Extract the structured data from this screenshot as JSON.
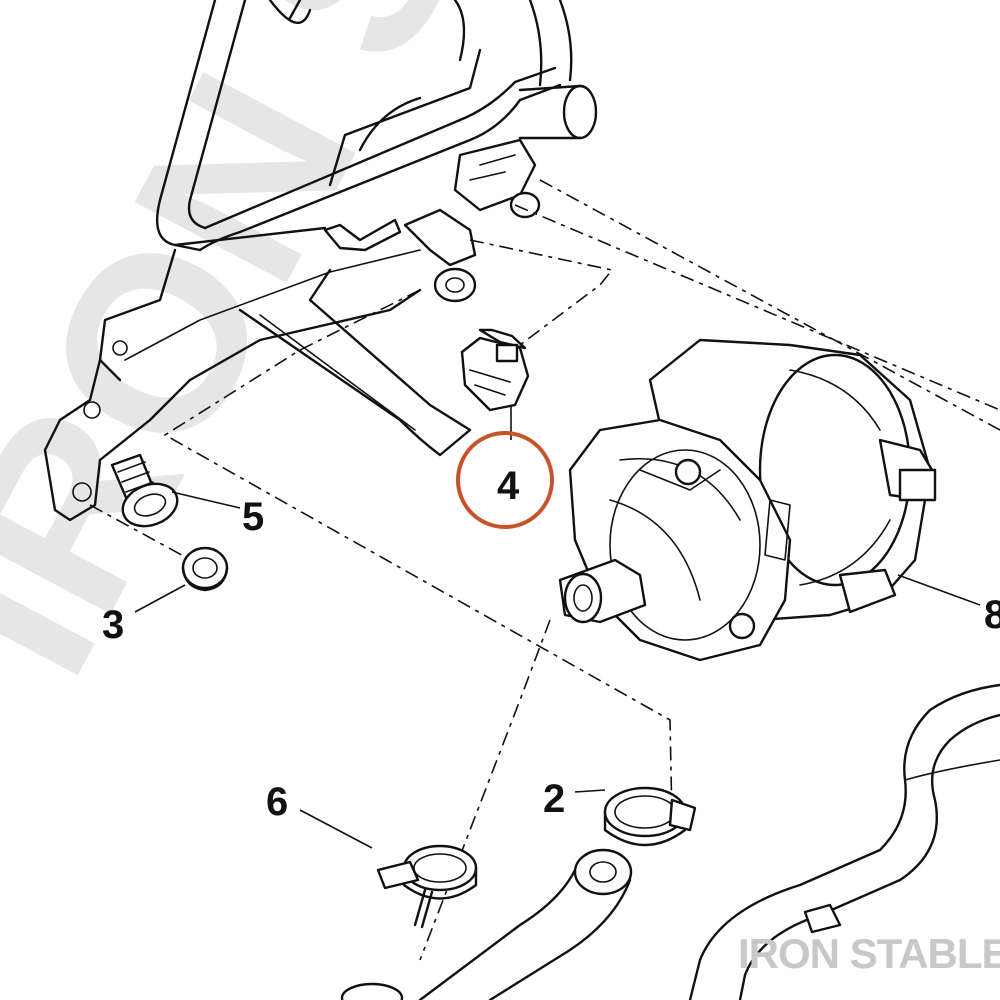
{
  "diagram": {
    "callouts": [
      {
        "id": "2",
        "label": "2"
      },
      {
        "id": "3",
        "label": "3"
      },
      {
        "id": "4",
        "label": "4"
      },
      {
        "id": "5",
        "label": "5"
      },
      {
        "id": "6",
        "label": "6"
      },
      {
        "id": "8",
        "label": "8"
      }
    ],
    "highlighted_callout": "4",
    "highlight_color": "#c8522a",
    "watermark_text": "IRON STABLE",
    "corner_watermark": "IRON STABLE"
  }
}
